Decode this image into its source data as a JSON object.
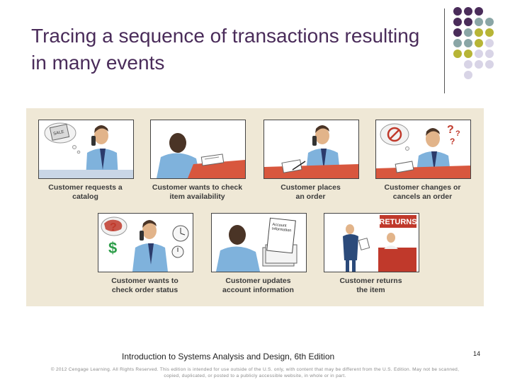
{
  "slide": {
    "title": "Tracing a sequence of transactions resulting in many events",
    "footer": "Introduction to Systems Analysis and Design, 6th Edition",
    "page_number": "14",
    "copyright": "© 2012 Cengage Learning. All Rights Reserved. This edition is intended for use outside of the U.S. only, with content that may be different from the U.S. Edition. May not be scanned, copied, duplicated, or posted to a publicly accessible website, in whole or in part."
  },
  "colors": {
    "title": "#4a2c5a",
    "panel_bg": "#efe8d6",
    "dot_purple": "#4a2c5a",
    "dot_teal": "#8aa6a6",
    "dot_olive": "#b7b536",
    "dot_lavender": "#d8d4e6"
  },
  "scenes": [
    {
      "caption_line1": "Customer requests a",
      "caption_line2": "catalog",
      "bubble_text": "SALE"
    },
    {
      "caption_line1": "Customer wants to check",
      "caption_line2": "item availability"
    },
    {
      "caption_line1": "Customer places",
      "caption_line2": "an order"
    },
    {
      "caption_line1": "Customer changes or",
      "caption_line2": "cancels an order",
      "mark1": "?",
      "mark2": "?",
      "mark3": "?"
    },
    {
      "caption_line1": "Customer wants to",
      "caption_line2": "check order status",
      "mark1": "?",
      "dollar": "$"
    },
    {
      "caption_line1": "Customer updates",
      "caption_line2": "account information",
      "doc_line1": "Account",
      "doc_line2": "Information"
    },
    {
      "caption_line1": "Customer returns",
      "caption_line2": "the item",
      "sign": "RETURNS"
    }
  ]
}
